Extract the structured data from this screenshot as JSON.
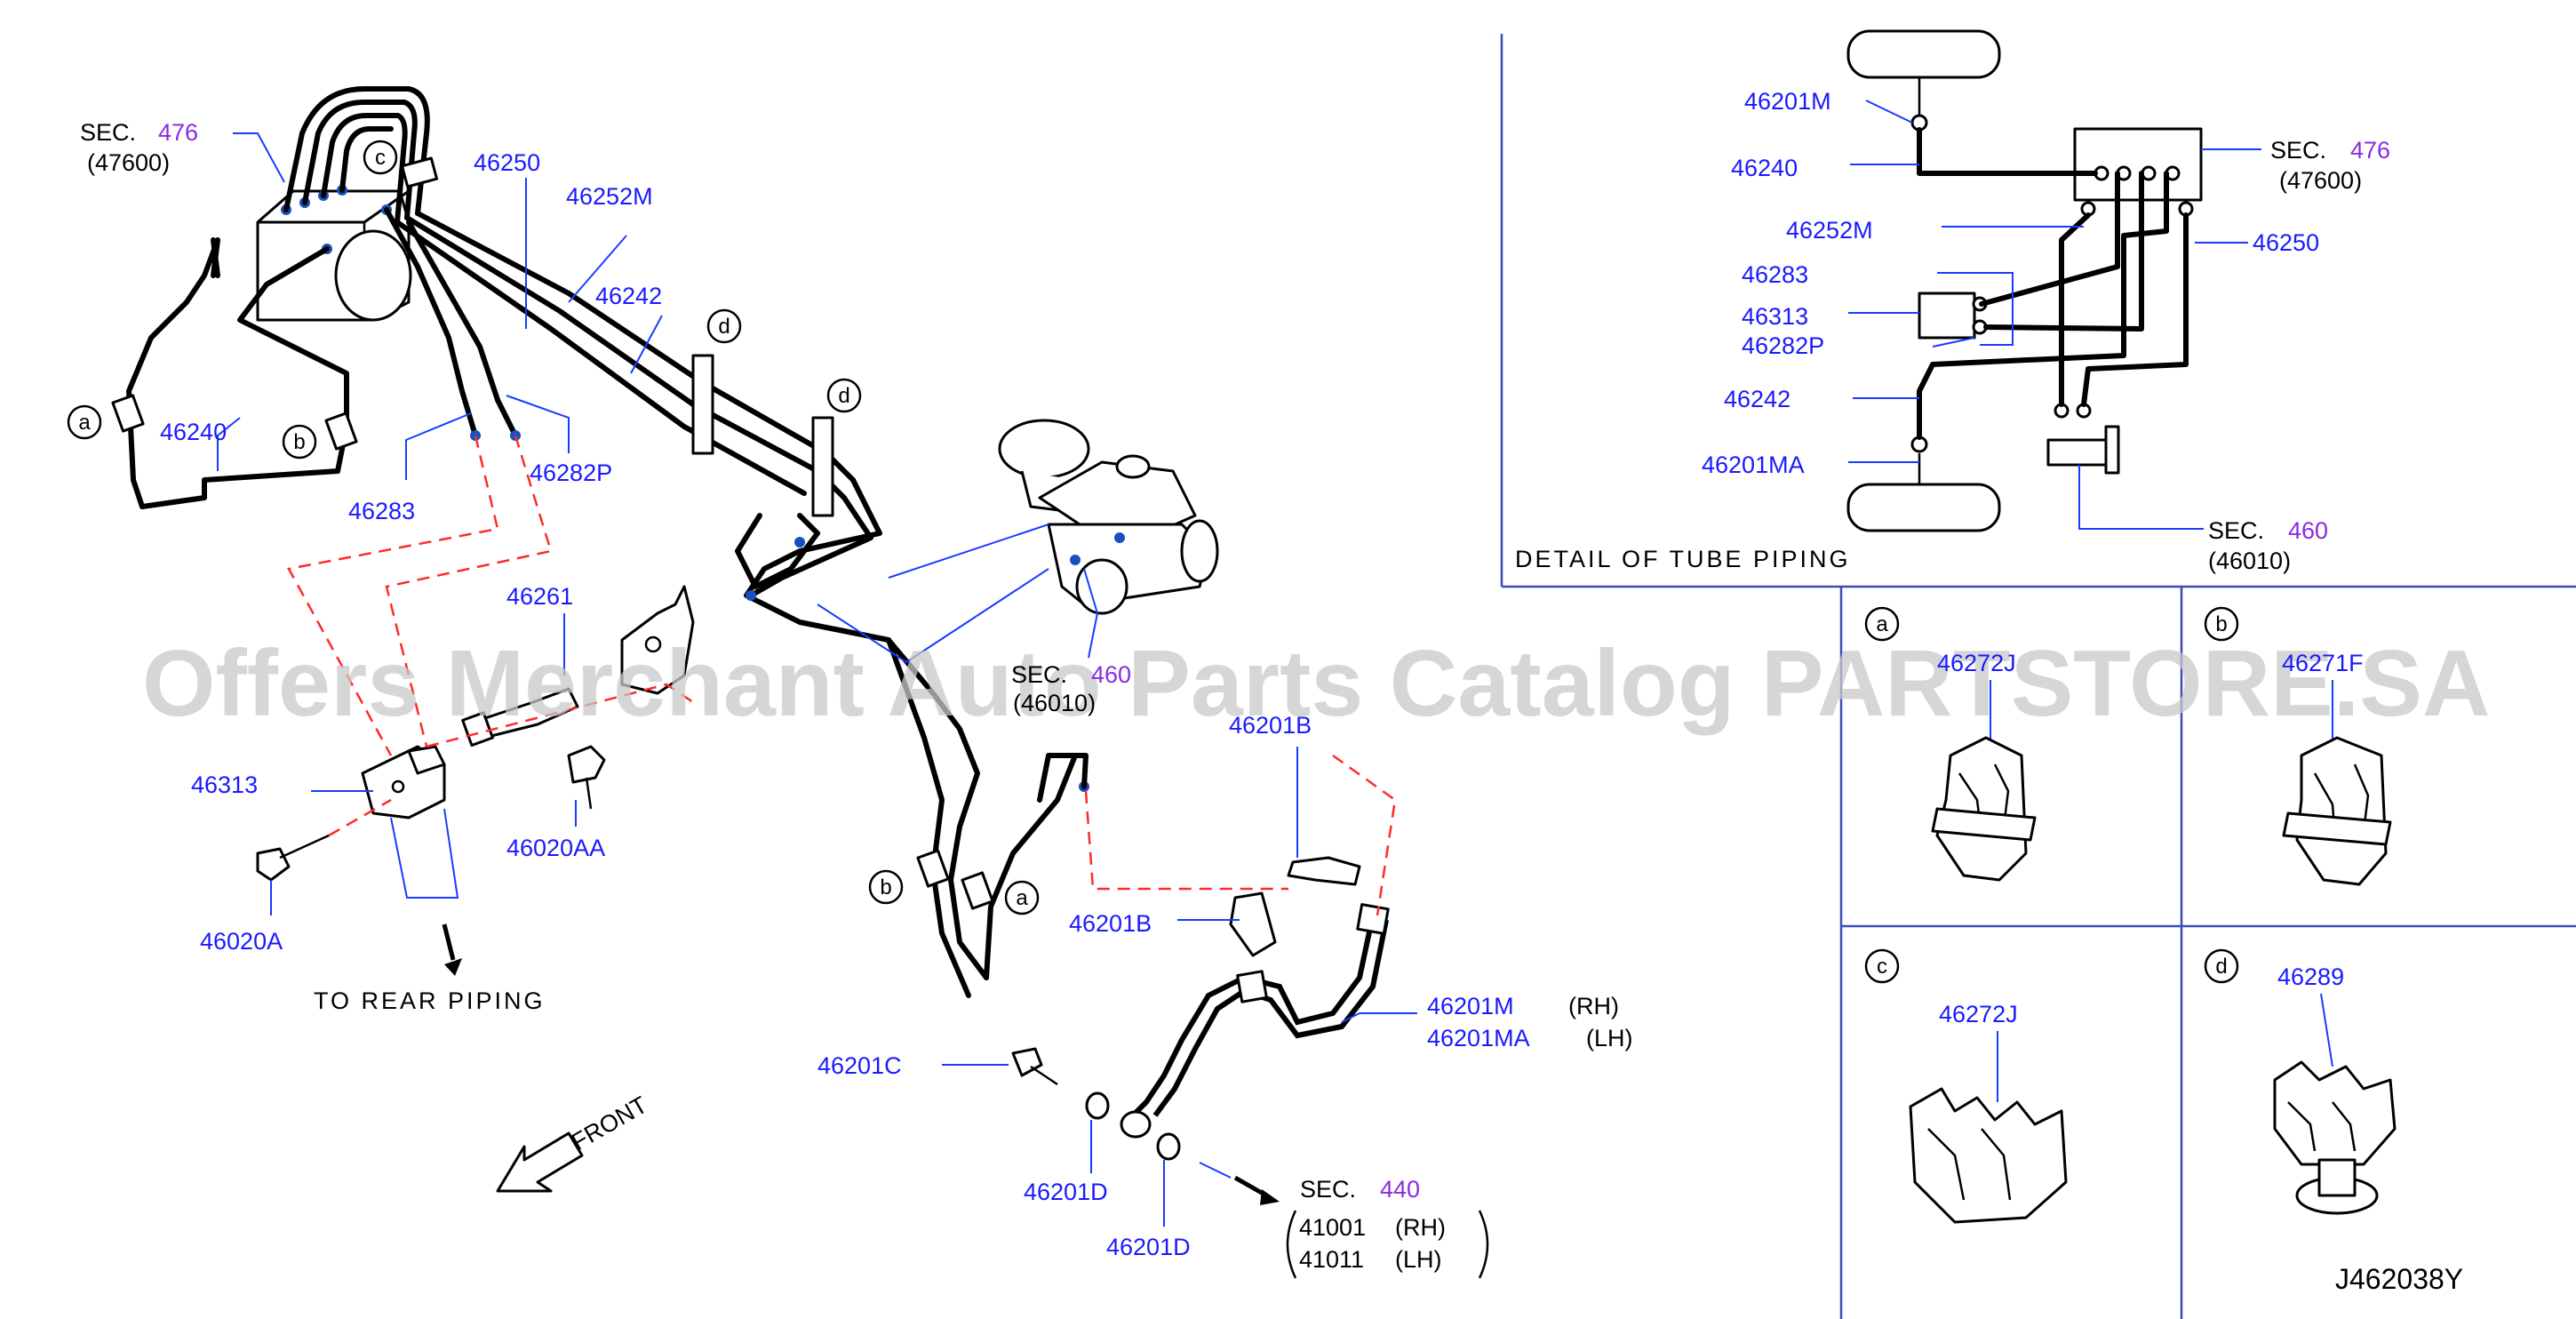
{
  "labels": {
    "sec476_left": {
      "prefix": "SEC.",
      "num": "476",
      "sub": "(47600)"
    },
    "p46250": "46250",
    "p46252M": "46252M",
    "p46242": "46242",
    "p46240": "46240",
    "p46283": "46283",
    "p46282P": "46282P",
    "p46261": "46261",
    "p46313": "46313",
    "p46020AA": "46020AA",
    "p46020A": "46020A",
    "to_rear": "TO REAR PIPING",
    "front": "FRONT",
    "sec460_mid": {
      "prefix": "SEC.",
      "num": "460",
      "sub": "(46010)"
    },
    "p46201B_top": "46201B",
    "p46201B_left": "46201B",
    "p46201M": "46201M",
    "p46201M_side": "(RH)",
    "p46201MA": "46201MA",
    "p46201MA_side": "(LH)",
    "p46201C": "46201C",
    "p46201D_left": "46201D",
    "p46201D_right": "46201D",
    "sec440": {
      "prefix": "SEC.",
      "num": "440",
      "l1_code": "41001",
      "l1_side": "(RH)",
      "l2_code": "41011",
      "l2_side": "(LH)"
    },
    "callouts": {
      "a": "a",
      "b": "b",
      "c": "c",
      "d": "d"
    }
  },
  "detail": {
    "title": "DETAIL OF TUBE PIPING",
    "p46201M": "46201M",
    "p46240": "46240",
    "p46252M": "46252M",
    "p46283": "46283",
    "p46313": "46313",
    "p46282P": "46282P",
    "p46242": "46242",
    "p46201MA": "46201MA",
    "p46250": "46250",
    "sec476": {
      "prefix": "SEC.",
      "num": "476",
      "sub": "(47600)"
    },
    "sec460": {
      "prefix": "SEC.",
      "num": "460",
      "sub": "(46010)"
    }
  },
  "clips": {
    "a": {
      "letter": "a",
      "part": "46272J"
    },
    "b": {
      "letter": "b",
      "part": "46271F"
    },
    "c": {
      "letter": "c",
      "part": "46272J"
    },
    "d": {
      "letter": "d",
      "part": "46289"
    }
  },
  "watermark": "Offers Merchant Auto Parts Catalog PARTSTORE.SA",
  "diagram_code": "J462038Y",
  "colors": {
    "part_number": "#1a1aff",
    "section_number": "#8a2be2",
    "watermark": "#c8c8c8",
    "dashed_line": "#ff2a2a",
    "grid_line": "#3c4db8"
  }
}
